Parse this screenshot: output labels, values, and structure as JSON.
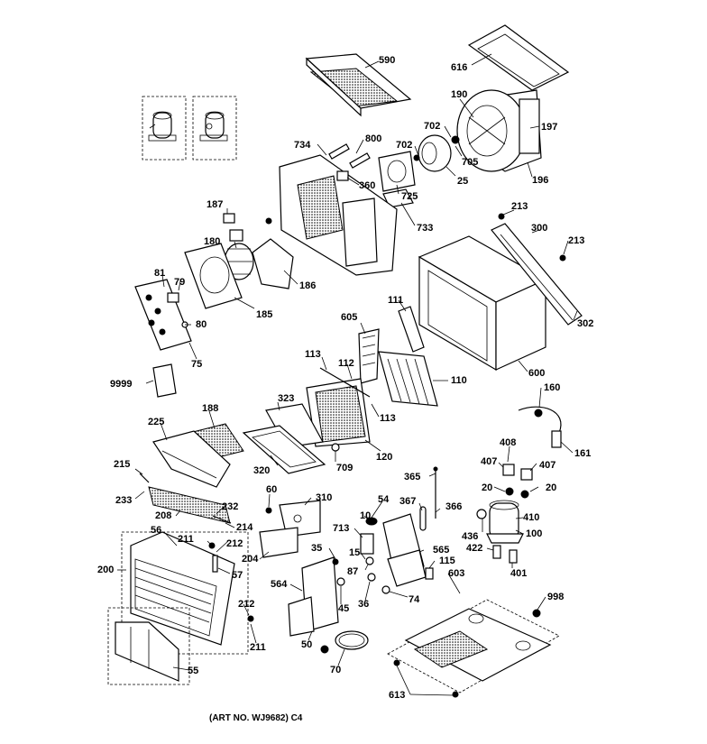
{
  "labels": {
    "l590": "590",
    "l616": "616",
    "l190": "190",
    "l197": "197",
    "l702a": "702",
    "l734": "734",
    "l800": "800",
    "l702b": "702",
    "l705": "705",
    "l25": "25",
    "l196": "196",
    "l360": "360",
    "l725": "725",
    "l187": "187",
    "l733": "733",
    "l213a": "213",
    "l300": "300",
    "l213b": "213",
    "l180": "180",
    "l81": "81",
    "l79": "79",
    "l186": "186",
    "l185": "185",
    "l80": "80",
    "l111": "111",
    "l302": "302",
    "l75": "75",
    "l605": "605",
    "l113a": "113",
    "l112": "112",
    "l110": "110",
    "l600": "600",
    "l9999": "9999",
    "l188": "188",
    "l323": "323",
    "l113b": "113",
    "l160": "160",
    "l225": "225",
    "l120": "120",
    "l408": "408",
    "l161": "161",
    "l215": "215",
    "l320": "320",
    "l709": "709",
    "l407a": "407",
    "l407b": "407",
    "l365": "365",
    "l20a": "20",
    "l20b": "20",
    "l60": "60",
    "l310": "310",
    "l54": "54",
    "l233": "233",
    "l232": "232",
    "l367": "367",
    "l366": "366",
    "l208": "208",
    "l10": "10",
    "l410": "410",
    "l214": "214",
    "l56": "56",
    "l713": "713",
    "l436": "436",
    "l100": "100",
    "l211a": "211",
    "l212a": "212",
    "l35": "35",
    "l15": "15",
    "l565": "565",
    "l422": "422",
    "l204": "204",
    "l57": "57",
    "l200": "200",
    "l115": "115",
    "l401": "401",
    "l87": "87",
    "l603": "603",
    "l564": "564",
    "l998": "998",
    "l36": "36",
    "l74": "74",
    "l45": "45",
    "l212b": "212",
    "l211b": "211",
    "l50": "50",
    "l55": "55",
    "l70": "70",
    "l613": "613"
  },
  "caption": "(ART NO. WJ9682) C4"
}
